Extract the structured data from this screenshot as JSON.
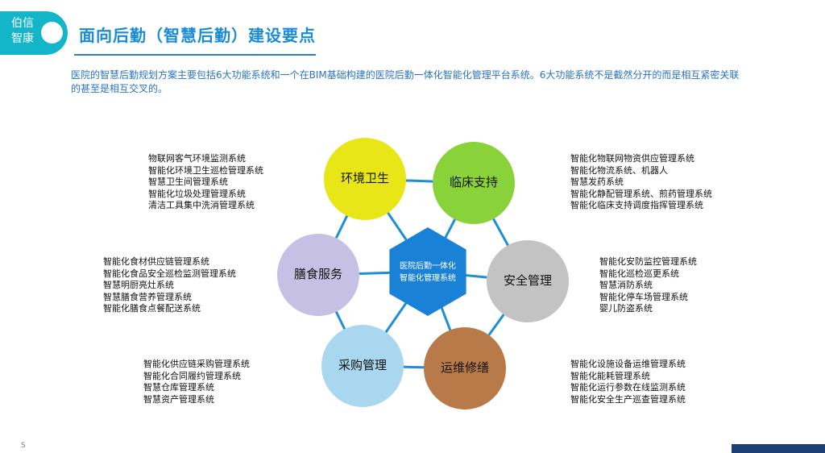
{
  "brand": {
    "logo_line1": "伯信",
    "logo_line2": "智康",
    "accent": "#13b6c9"
  },
  "title": "面向后勤（智慧后勤）建设要点",
  "intro": "医院的智慧后勤规划方案主要包括6大功能系统和一个在BIM基础构建的医院后勤一体化智能化管理平台系统。6大功能系统不是截然分开的而是相互紧密关联的甚至是相互交叉的。",
  "diagram": {
    "center": {
      "line1": "医院后勤一体化",
      "line2": "智能化管理系统",
      "color": "#1a82d6"
    },
    "connector_color": "#1e8fd6",
    "nodes": [
      {
        "label": "环境卫生",
        "color": "#e8e617",
        "items": [
          "物联网客气环境监测系统",
          "智能化环境卫生巡检管理系统",
          "智慧卫生间管理系统",
          "智能化垃圾处理管理系统",
          "清洁工具集中洗消管理系统"
        ]
      },
      {
        "label": "临床支持",
        "color": "#8ad23a",
        "items": [
          "智能化物联网物资供应管理系统",
          "智能化物流系统、机器人",
          "智慧发药系统",
          "智能化静配管理系统、煎药管理系统",
          "智能化临床支持调度指挥管理系统"
        ]
      },
      {
        "label": "安全管理",
        "color": "#c3c3c3",
        "items": [
          "智能化安防监控管理系统",
          "智能化巡检巡更系统",
          "智慧消防系统",
          "智能化停车场管理系统",
          "婴儿防盗系统"
        ]
      },
      {
        "label": "运维修缮",
        "color": "#b97a4a",
        "items": [
          "智能化设施设备运维管理系统",
          "智能化能耗管理系统",
          "智能化运行参数在线监测系统",
          "智能化安全生产巡查管理系统"
        ]
      },
      {
        "label": "采购管理",
        "color": "#a9d7ef",
        "items": [
          "智能化供应链采购管理系统",
          "智能化合同履约管理系统",
          "智慧仓库管理系统",
          "智慧资产管理系统"
        ]
      },
      {
        "label": "膳食服务",
        "color": "#c6c0e4",
        "items": [
          "智能化食材供应链管理系统",
          "智能化食品安全巡检监测管理系统",
          "智慧明厨亮灶系统",
          "智慧膳食营养管理系统",
          "智能化膳食点餐配送系统"
        ]
      }
    ]
  },
  "footer": {
    "marker": "S",
    "bar_color": "#1e3f75"
  }
}
